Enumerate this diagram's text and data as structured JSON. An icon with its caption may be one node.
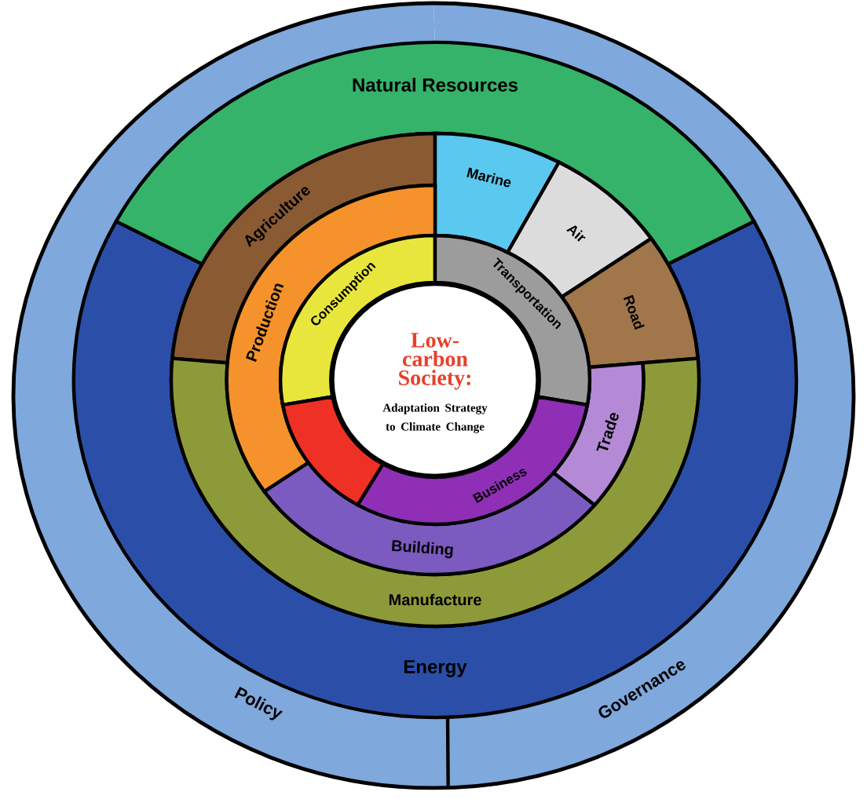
{
  "diagram": {
    "nodes": [
      {
        "text": [
          "Policy"
        ]
      },
      {
        "text": [
          "Governance"
        ]
      },
      {
        "text": [
          "Natural Resources"
        ]
      },
      {
        "text": [
          "Energy"
        ]
      },
      {
        "text": [
          "Agriculture"
        ]
      },
      {
        "text": [
          "Marine"
        ]
      },
      {
        "text": [
          "Air"
        ]
      },
      {
        "text": [
          "Road"
        ]
      },
      {
        "text": [
          "Manufacture"
        ]
      },
      {
        "text": [
          "Production"
        ]
      },
      {
        "text": [
          "Building"
        ]
      },
      {
        "text": [
          "Trade"
        ]
      },
      {
        "text": [
          "Consumption"
        ]
      },
      {
        "text": [
          "Transportation"
        ]
      },
      {
        "text": [],
        "shape": "box"
      },
      {
        "text": [
          "Business"
        ]
      },
      {
        "text": [
          "Low-carbon Society:",
          "Adaptation Strategy to Climate Change"
        ]
      }
    ]
  }
}
